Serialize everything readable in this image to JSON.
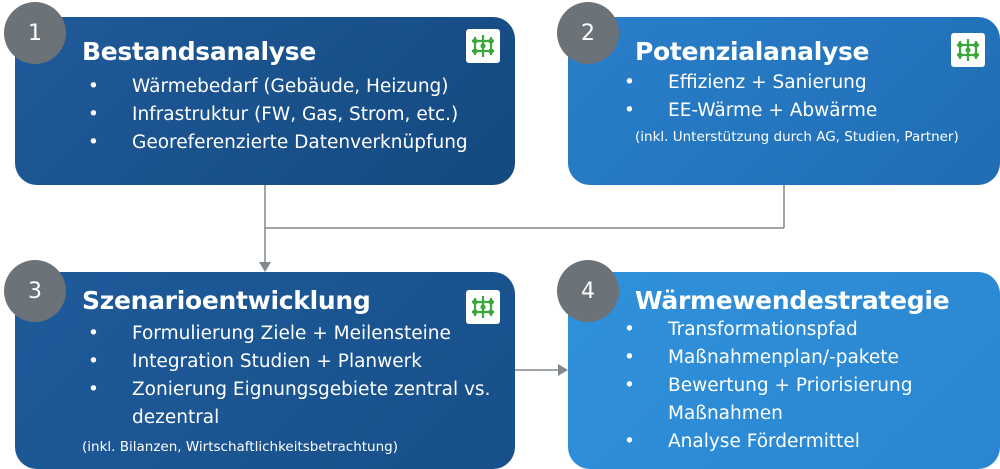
{
  "boxes": [
    {
      "number": "1",
      "title": "Bestandsanalyse",
      "bullets": [
        "Wärmebedarf (Gebäude, Heizung)",
        "Infrastruktur (FW, Gas, Strom, etc.)",
        "Georeferenzierte Datenverknüpfung"
      ],
      "note": ""
    },
    {
      "number": "2",
      "title": "Potenzialanalyse",
      "bullets": [
        "Effizienz + Sanierung",
        "EE-Wärme + Abwärme"
      ],
      "note": "(inkl. Unterstützung durch AG, Studien, Partner)"
    },
    {
      "number": "3",
      "title": "Szenarioentwicklung",
      "bullets": [
        "Formulierung Ziele + Meilensteine",
        "Integration Studien + Planwerk",
        "Zonierung Eignungsgebiete zentral vs.",
        "dezentral"
      ],
      "note": "(inkl. Bilanzen, Wirtschaftlichkeitsbetrachtung)"
    },
    {
      "number": "4",
      "title": "Wärmewendestrategie",
      "bullets": [
        "Transformationspfad",
        "Maßnahmenplan/-pakete",
        "Bewertung + Priorisierung",
        "Maßnahmen",
        "Analyse Fördermittel"
      ],
      "note": ""
    }
  ],
  "colors": {
    "box_dark": "#1f5a9a",
    "box_light": "#2a86d0",
    "badge": "#6b7378",
    "connector": "#808890",
    "logo_green": "#3aa83a"
  },
  "icons": {
    "logo": "network-grid-icon"
  }
}
